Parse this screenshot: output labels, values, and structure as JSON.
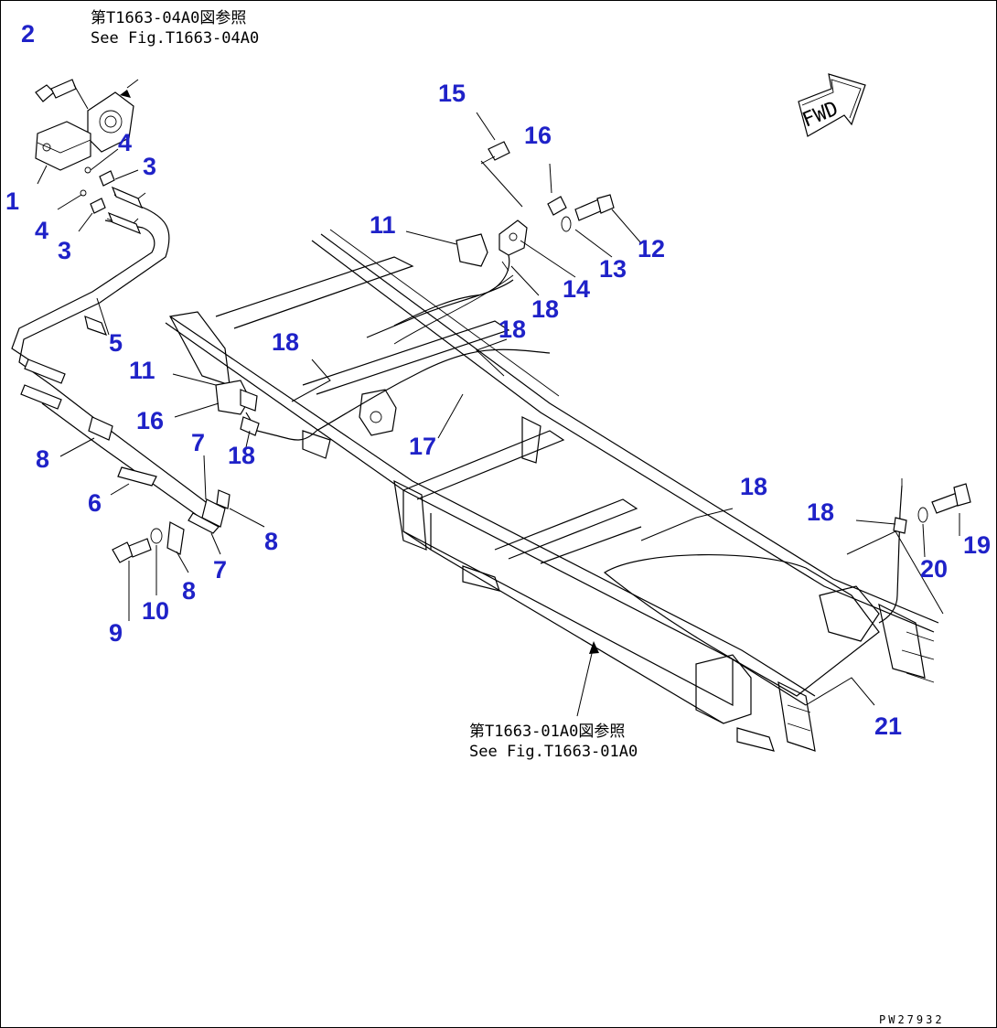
{
  "references": {
    "top": {
      "line1": "第T1663-04A0図参照",
      "line2": "See Fig.T1663-04A0"
    },
    "bottom": {
      "line1": "第T1663-01A0図参照",
      "line2": "See Fig.T1663-01A0"
    }
  },
  "fwd_label": "FWD",
  "drawing_code": "PW27932",
  "callouts": {
    "n1": "1",
    "n2": "2",
    "n3a": "3",
    "n3b": "3",
    "n4a": "4",
    "n4b": "4",
    "n5": "5",
    "n6": "6",
    "n7a": "7",
    "n7b": "7",
    "n8a": "8",
    "n8b": "8",
    "n8c": "8",
    "n9": "9",
    "n10": "10",
    "n11a": "11",
    "n11b": "11",
    "n12": "12",
    "n13": "13",
    "n14": "14",
    "n15": "15",
    "n16a": "16",
    "n16b": "16",
    "n17": "17",
    "n18a": "18",
    "n18b": "18",
    "n18c": "18",
    "n18d": "18",
    "n18e": "18",
    "n18f": "18",
    "n19": "19",
    "n20": "20",
    "n21": "21"
  },
  "colors": {
    "callout": "#1f22c8",
    "line": "#000000",
    "background": "#ffffff"
  }
}
